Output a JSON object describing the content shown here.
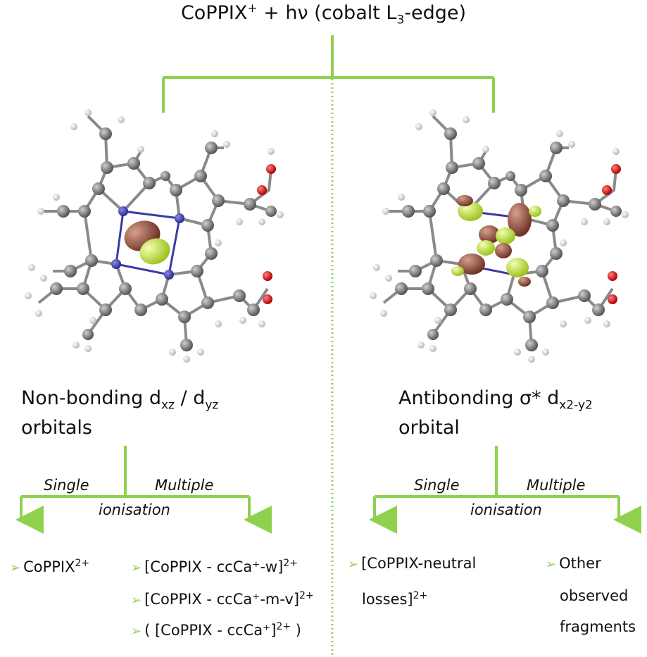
{
  "title": {
    "main": "CoPPIX",
    "sup": "+",
    "rest": " + hν (cobalt L",
    "sub": "3",
    "end": "-edge)"
  },
  "left": {
    "label_pre": "Non-bonding d",
    "sub1": "xz",
    "mid": " / d",
    "sub2": "yz",
    "line2": "orbitals",
    "single": "Single",
    "multiple": "Multiple",
    "ionisation": "ionisation",
    "frag1": {
      "text": "CoPPIX",
      "sup": "2+"
    },
    "frag2": {
      "text": "[CoPPIX - ccCa⁺-w]",
      "sup": "2+"
    },
    "frag3": {
      "text": "[CoPPIX - ccCa⁺-m-v]",
      "sup": "2+"
    },
    "frag4": {
      "text": "( [CoPPIX - ccCa⁺]",
      "sup": "2+",
      "end": " )"
    }
  },
  "right": {
    "label_pre": "Antibonding σ* d",
    "sub1": "x2-y2",
    "line2": "orbital",
    "single": "Single",
    "multiple": "Multiple",
    "ionisation": "ionisation",
    "frag1a": "[CoPPIX-neutral",
    "frag1b": "losses]",
    "frag1sup": "2+",
    "frag2a": "Other",
    "frag2b": "observed",
    "frag2c": "fragments"
  },
  "colors": {
    "accent": "#8fd14f",
    "carbon": "#7a7a7a",
    "nitrogen": "#3a3aa8",
    "oxygen": "#dd1a1a",
    "lobe_brown": "#8c4a3c",
    "lobe_green": "#c9e84a"
  }
}
